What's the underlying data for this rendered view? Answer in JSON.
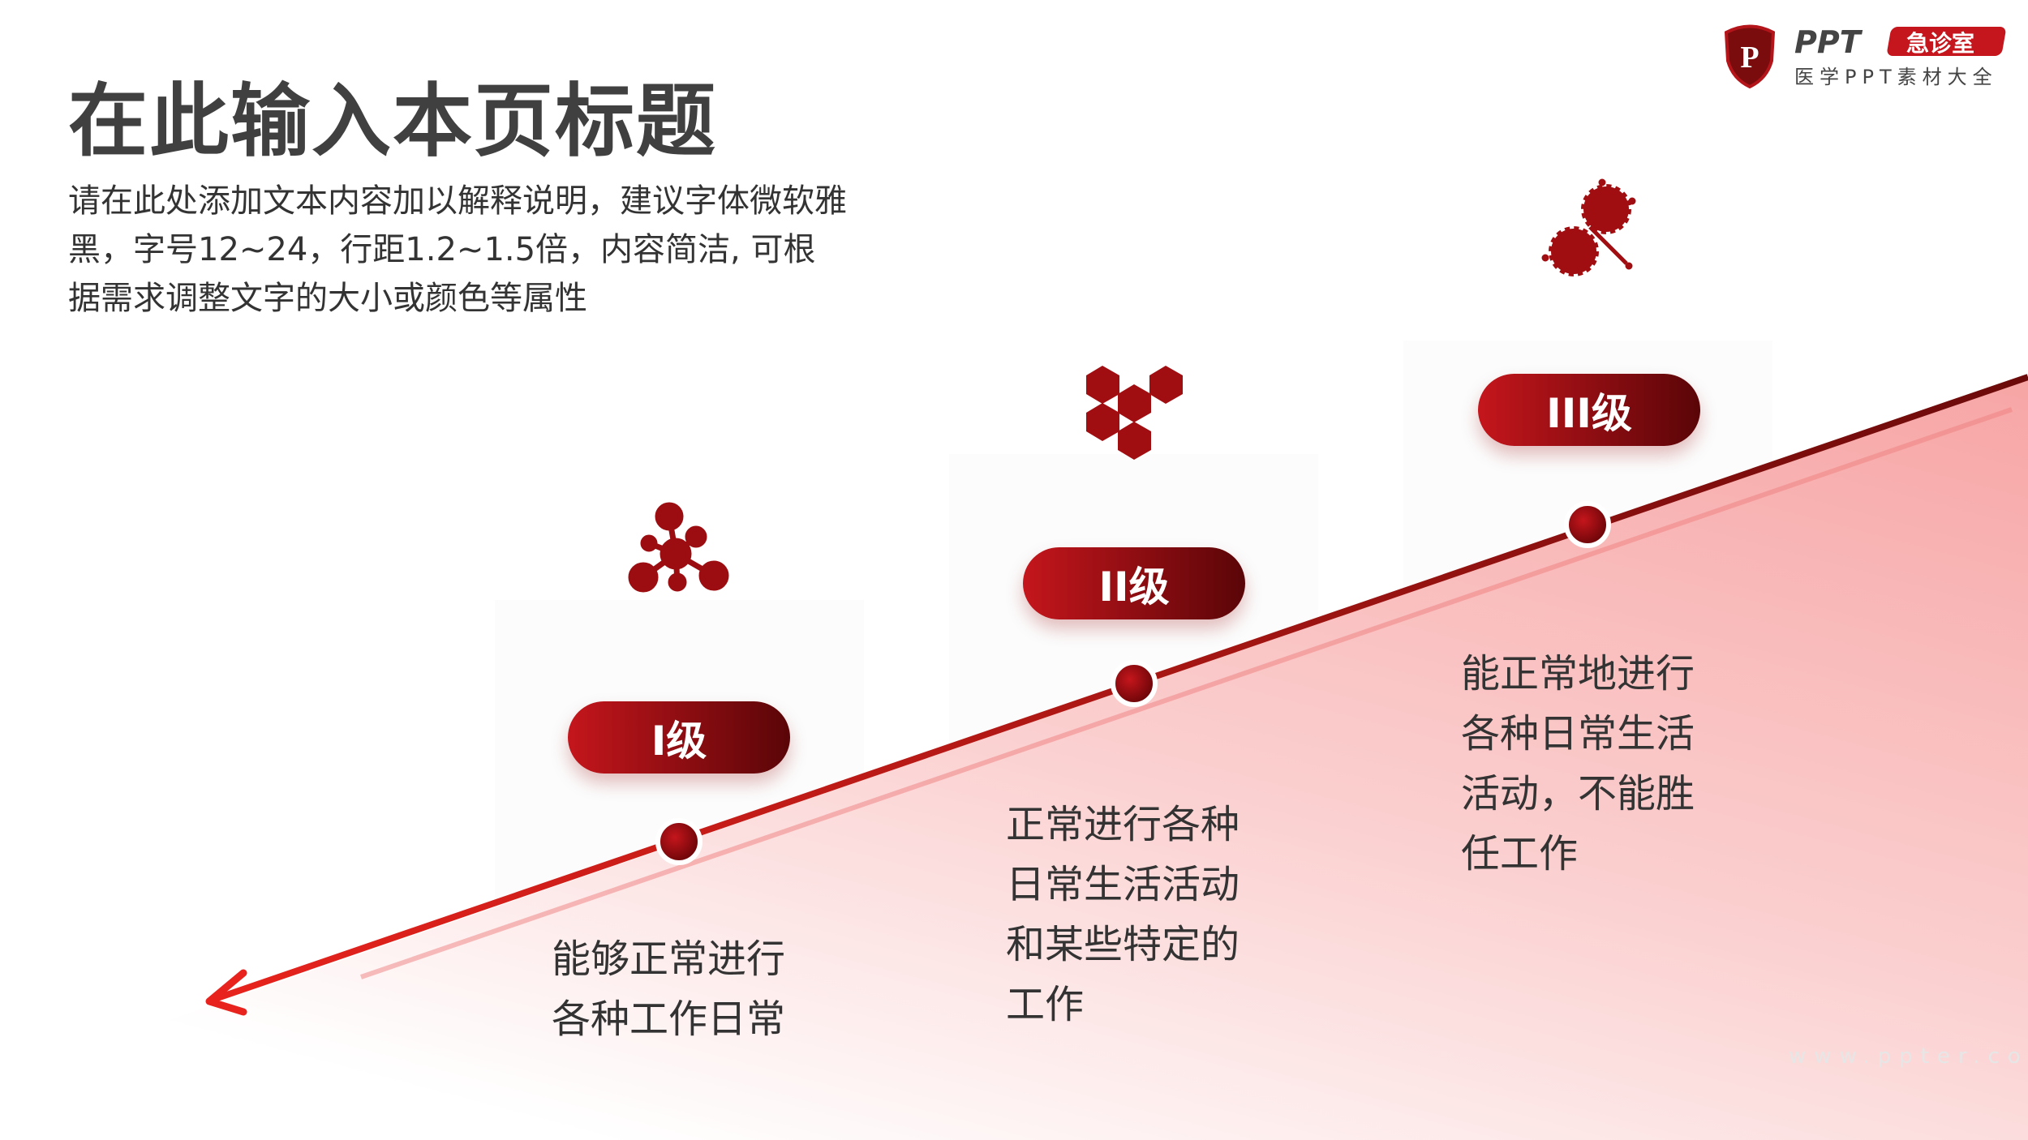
{
  "header": {
    "title": "在此输入本页标题",
    "description": "请在此处添加文本内容加以解释说明，建议字体微软雅黑，字号12~24，行距1.2~1.5倍，内容简洁, 可根据需求调整文字的大小或颜色等属性"
  },
  "logo": {
    "brand": "PPT",
    "badge": "急诊室",
    "tagline": "医学PPT素材大全"
  },
  "levels": [
    {
      "label": "I级",
      "icon": "molecule-icon",
      "text": [
        "能够正常进行",
        "各种工作日常"
      ]
    },
    {
      "label": "II级",
      "icon": "hexagon-cluster-icon",
      "text": [
        "正常进行各种",
        "日常生活活动",
        "和某些特定的",
        "工作"
      ]
    },
    {
      "label": "III级",
      "icon": "virus-icon",
      "text": [
        "能正常地进行",
        "各种日常生活",
        "活动，不能胜",
        "任工作"
      ]
    }
  ],
  "watermark": "www.ppter.com",
  "colors": {
    "accent": "#c4161c",
    "dark": "#5a0508",
    "text": "#333333"
  }
}
